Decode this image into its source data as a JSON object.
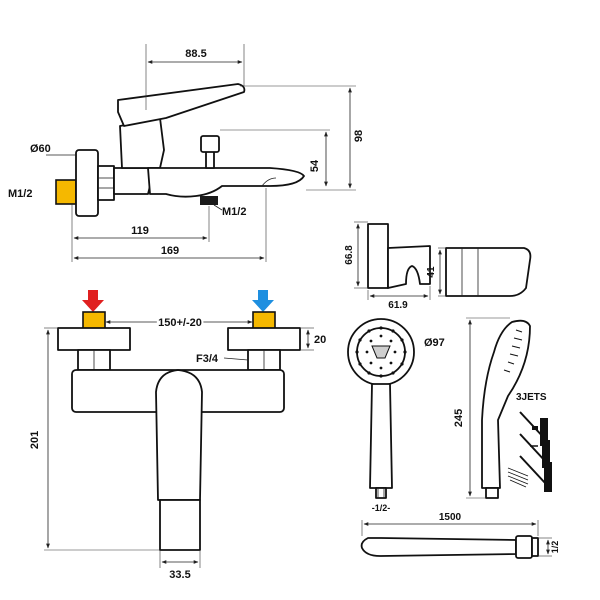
{
  "colors": {
    "connector": "#f5b800",
    "hot_arrow": "#e02020",
    "cold_arrow": "#1e8fe0",
    "nut": "#1a1a1a",
    "outline": "#111111"
  },
  "labels": {
    "spout_reach": "88.5",
    "total_height": "98",
    "rosette_diameter": "Ø60",
    "inlet_thread_left": "M1/2",
    "outlet_height": "54",
    "outlet_thread": "M1/2",
    "spout_reach_short": "119",
    "spout_reach_total": "169",
    "holder_height": "66.8",
    "holder_width": "61.9",
    "holder_side": "41",
    "center_distance": "150+/-20",
    "eccentric_height": "20",
    "eccentric_thread": "F3/4",
    "mixer_height": "201",
    "lever_width": "33.5",
    "head_diameter": "Ø97",
    "shower_length": "245",
    "jets": "3JETS",
    "handle_thread": "-1/2-",
    "hose_length": "1500",
    "hose_thread": "1/2"
  },
  "icons": [
    "hot-arrow-icon",
    "cold-arrow-icon",
    "spray-mode-icon",
    "spray-mode-icon",
    "spray-mode-icon"
  ]
}
